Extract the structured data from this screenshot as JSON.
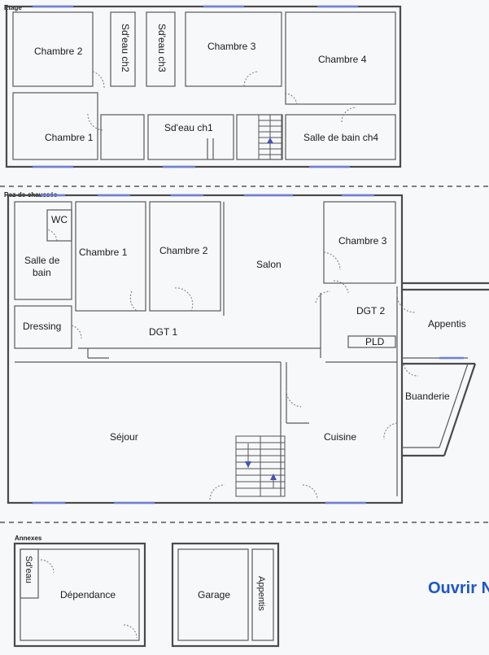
{
  "sections": {
    "etage": "Etage",
    "rdc": "Rez-de-chaussée",
    "annexes": "Annexes"
  },
  "etage": {
    "chambre2": "Chambre 2",
    "sdeau_ch2": "Sd'eau ch2",
    "sdeau_ch3": "Sd'eau ch3",
    "chambre3": "Chambre 3",
    "chambre4": "Chambre 4",
    "chambre1": "Chambre 1",
    "sdeau_ch1": "Sd'eau ch1",
    "sdb_ch4": "Salle de bain ch4"
  },
  "rdc": {
    "wc": "WC",
    "salle_de_bain_1": "Salle de",
    "salle_de_bain_2": "bain",
    "chambre1": "Chambre 1",
    "chambre2": "Chambre 2",
    "salon": "Salon",
    "chambre3": "Chambre 3",
    "dgt2": "DGT 2",
    "appentis": "Appentis",
    "pld": "PLD",
    "dressing": "Dressing",
    "dgt1": "DGT 1",
    "buanderie": "Buanderie",
    "sejour": "Séjour",
    "cuisine": "Cuisine"
  },
  "annexes": {
    "sdeau": "Sd'eau",
    "dependance": "Dépendance",
    "garage": "Garage",
    "appentis": "Appentis"
  },
  "open_button": "Ouvrir N",
  "colors": {
    "window": "#6f7fd6",
    "accent": "#1e56c6",
    "stair_arrow": "#4054b8"
  }
}
